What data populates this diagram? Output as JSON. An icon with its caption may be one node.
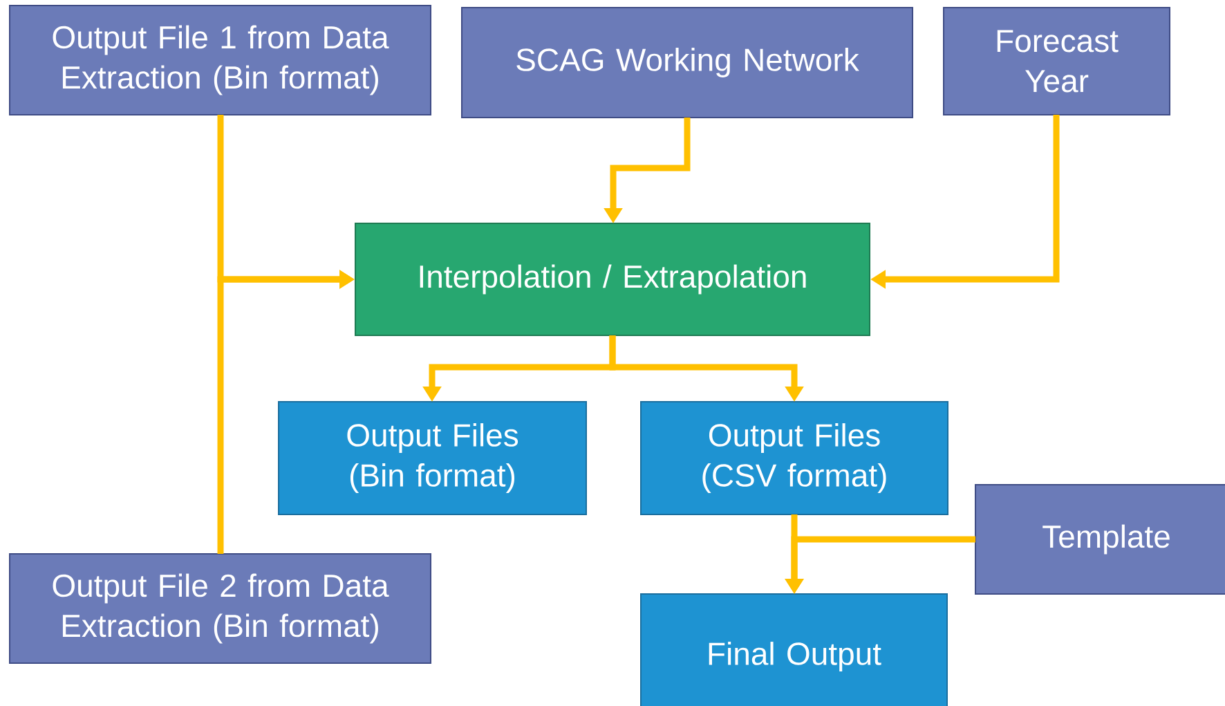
{
  "diagram": {
    "nodes": [
      {
        "text": [
          "Output File 1 from Data Extraction (Bin format)"
        ]
      },
      {
        "text": [
          "SCAG Working Network"
        ]
      },
      {
        "text": [
          "Forecast Year"
        ]
      },
      {
        "text": [
          "Interpolation / Extrapolation"
        ]
      },
      {
        "text": [
          "Output Files (Bin format)"
        ]
      },
      {
        "text": [
          "Output Files (CSV format)"
        ]
      },
      {
        "text": [
          "Template"
        ]
      },
      {
        "text": [
          "Output File 2 from Data Extraction (Bin format)"
        ]
      },
      {
        "text": [
          "Final Output"
        ]
      }
    ],
    "edges": [
      {
        "from": 0,
        "to": 3,
        "arrow": "to"
      },
      {
        "from": 7,
        "to": 3,
        "arrow": "to"
      },
      {
        "from": 1,
        "to": 3,
        "arrow": "to"
      },
      {
        "from": 2,
        "to": 3,
        "arrow": "to"
      },
      {
        "from": 3,
        "to": 4,
        "arrow": "to"
      },
      {
        "from": 3,
        "to": 5,
        "arrow": "to"
      },
      {
        "from": 5,
        "to": 8,
        "arrow": "to"
      },
      {
        "from": 6,
        "to": 8,
        "arrow": "to"
      }
    ]
  }
}
